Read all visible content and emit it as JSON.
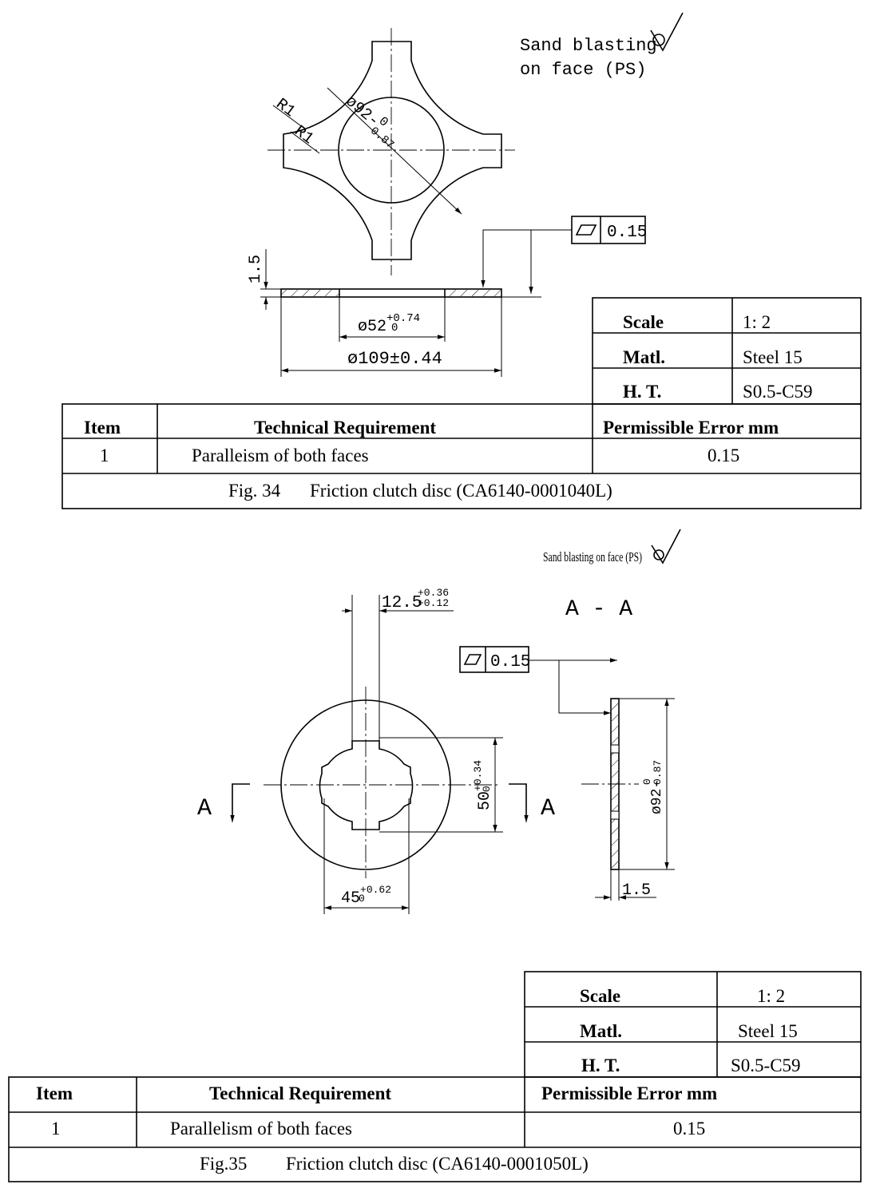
{
  "fig34": {
    "sandblast_line1": "Sand blasting",
    "sandblast_line2": "on face (PS)",
    "r1_a": "R1",
    "r1_b": "R1",
    "dia92": "ø92-",
    "dia92_tol": "0",
    "dia92_tol2": "0.87",
    "flatness_value": "0.15",
    "thickness": "1.5",
    "dia52": "ø52",
    "dia52_tol_up": "+0.74",
    "dia52_tol_low": "0",
    "dia109": "ø109±0.44",
    "title_block": {
      "scale_label": "Scale",
      "scale_value": "1: 2",
      "matl_label": "Matl.",
      "matl_value": "Steel 15",
      "ht_label": "H. T.",
      "ht_value": "S0.5-C59"
    },
    "table": {
      "headers": [
        "Item",
        "Technical Requirement",
        "Permissible Error mm"
      ],
      "rows": [
        [
          "1",
          "Paralleism of both faces",
          "0.15"
        ]
      ],
      "caption_fig": "Fig. 34",
      "caption_text": "Friction clutch disc (CA6140-0001040L)"
    }
  },
  "fig35": {
    "sandblast": "Sand blasting on face (PS)",
    "dim_12_5": "12.5",
    "dim_12_5_up": "+0.36",
    "dim_12_5_low": "+0.12",
    "section": "A - A",
    "flatness_value": "0.15",
    "section_left": "A",
    "section_right": "A",
    "dim_50": "50",
    "dim_50_up": "+0.34",
    "dim_50_low": "0",
    "dim_92": "ø92-",
    "dim_92_up": "0",
    "dim_92_low": "0.87",
    "dim_45": "45",
    "dim_45_up": "+0.62",
    "dim_45_low": "0",
    "thickness": "1.5",
    "title_block": {
      "scale_label": "Scale",
      "scale_value": "1: 2",
      "matl_label": "Matl.",
      "matl_value": "Steel 15",
      "ht_label": "H. T.",
      "ht_value": "S0.5-C59"
    },
    "table": {
      "headers": [
        "Item",
        "Technical Requirement",
        "Permissible Error mm"
      ],
      "rows": [
        [
          "1",
          "Parallelism of both faces",
          "0.15"
        ]
      ],
      "caption_fig": "Fig.35",
      "caption_text": "Friction clutch disc (CA6140-0001050L)"
    }
  }
}
